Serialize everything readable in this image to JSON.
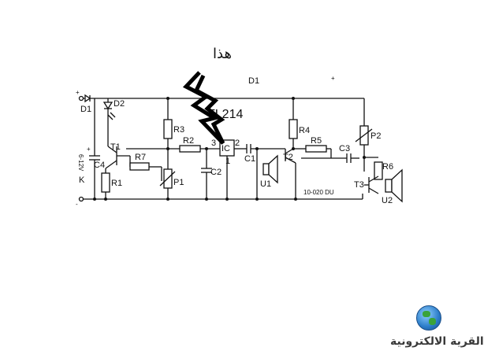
{
  "annotation": "هذا",
  "logo_text": "القرية الالكترونية",
  "labels": {
    "D1_top": "D1",
    "D1_left": "D1",
    "D2": "D2",
    "T1": "T1",
    "R7": "R7",
    "R1": "R1",
    "C4": "C4",
    "K": "K",
    "R3": "R3",
    "R2": "R2",
    "P1": "P1",
    "C2": "C2",
    "ic_name": "TL214",
    "ic_text": "IC",
    "pin3": "3",
    "pin2": "2",
    "pin1": "1",
    "C1": "C1",
    "U1": "U1",
    "R4": "R4",
    "T2": "T2",
    "R5": "R5",
    "C3": "C3",
    "P2": "P2",
    "R6": "R6",
    "T3": "T3",
    "U2": "U2",
    "code": "10-020 DU",
    "supply": "6-12V",
    "plus_top": "+",
    "plus_left": "+",
    "minus_bottom": "-",
    "top_right_mark": "+"
  },
  "colors": {
    "ink": "#111111",
    "background": "#ffffff"
  }
}
